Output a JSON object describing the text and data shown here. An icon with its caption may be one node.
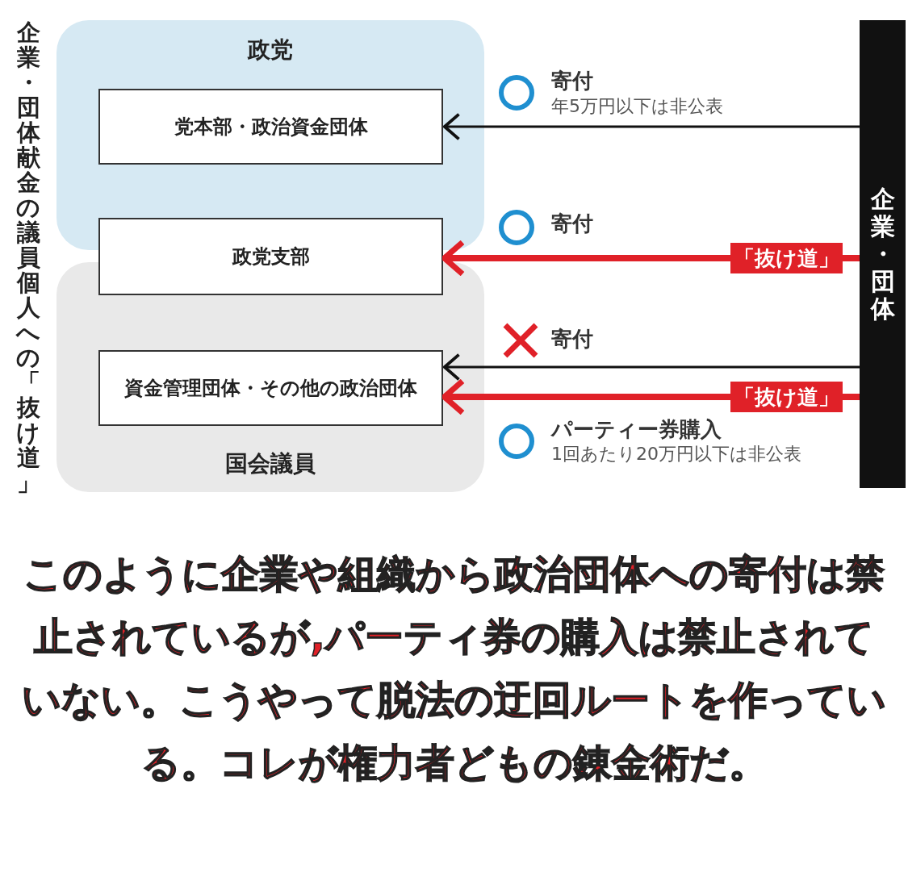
{
  "diagram": {
    "title": "企業・団体献金の議員個人への「抜け道」",
    "caption": "このように企業や組織から政治団体への寄付は禁止されているが,パーティ券の購入は禁止されていない。こうやって脱法の迂回ルートを作っている。コレが権力者どもの錬金術だ。",
    "nodes": [
      {
        "text": [
          "政党"
        ]
      },
      {
        "text": [
          "党本部・政治資金団体"
        ],
        "in": 0
      },
      {
        "text": [
          "政党支部"
        ]
      },
      {
        "text": [
          "国会議員"
        ]
      },
      {
        "text": [
          "資金管理団体・その他の政治団体"
        ],
        "in": 3
      },
      {
        "text": [
          "企業・団体"
        ]
      }
    ],
    "edges": [
      {
        "from": 5,
        "to": 1,
        "arrow": "to",
        "label": "寄付"
      },
      {
        "from": 5,
        "to": 2,
        "arrow": "to",
        "label": "「抜け道」",
        "style": "thick",
        "color": "#e02128"
      },
      {
        "from": 5,
        "to": 4,
        "arrow": "to",
        "label": "寄付"
      },
      {
        "from": 5,
        "to": 4,
        "arrow": "to",
        "label": "「抜け道」",
        "style": "thick",
        "color": "#e02128"
      }
    ],
    "labels": [
      "年5万円以下は非公表",
      "寄付",
      "パーティー券購入",
      "1回あたり20万円以下は非公表"
    ]
  }
}
